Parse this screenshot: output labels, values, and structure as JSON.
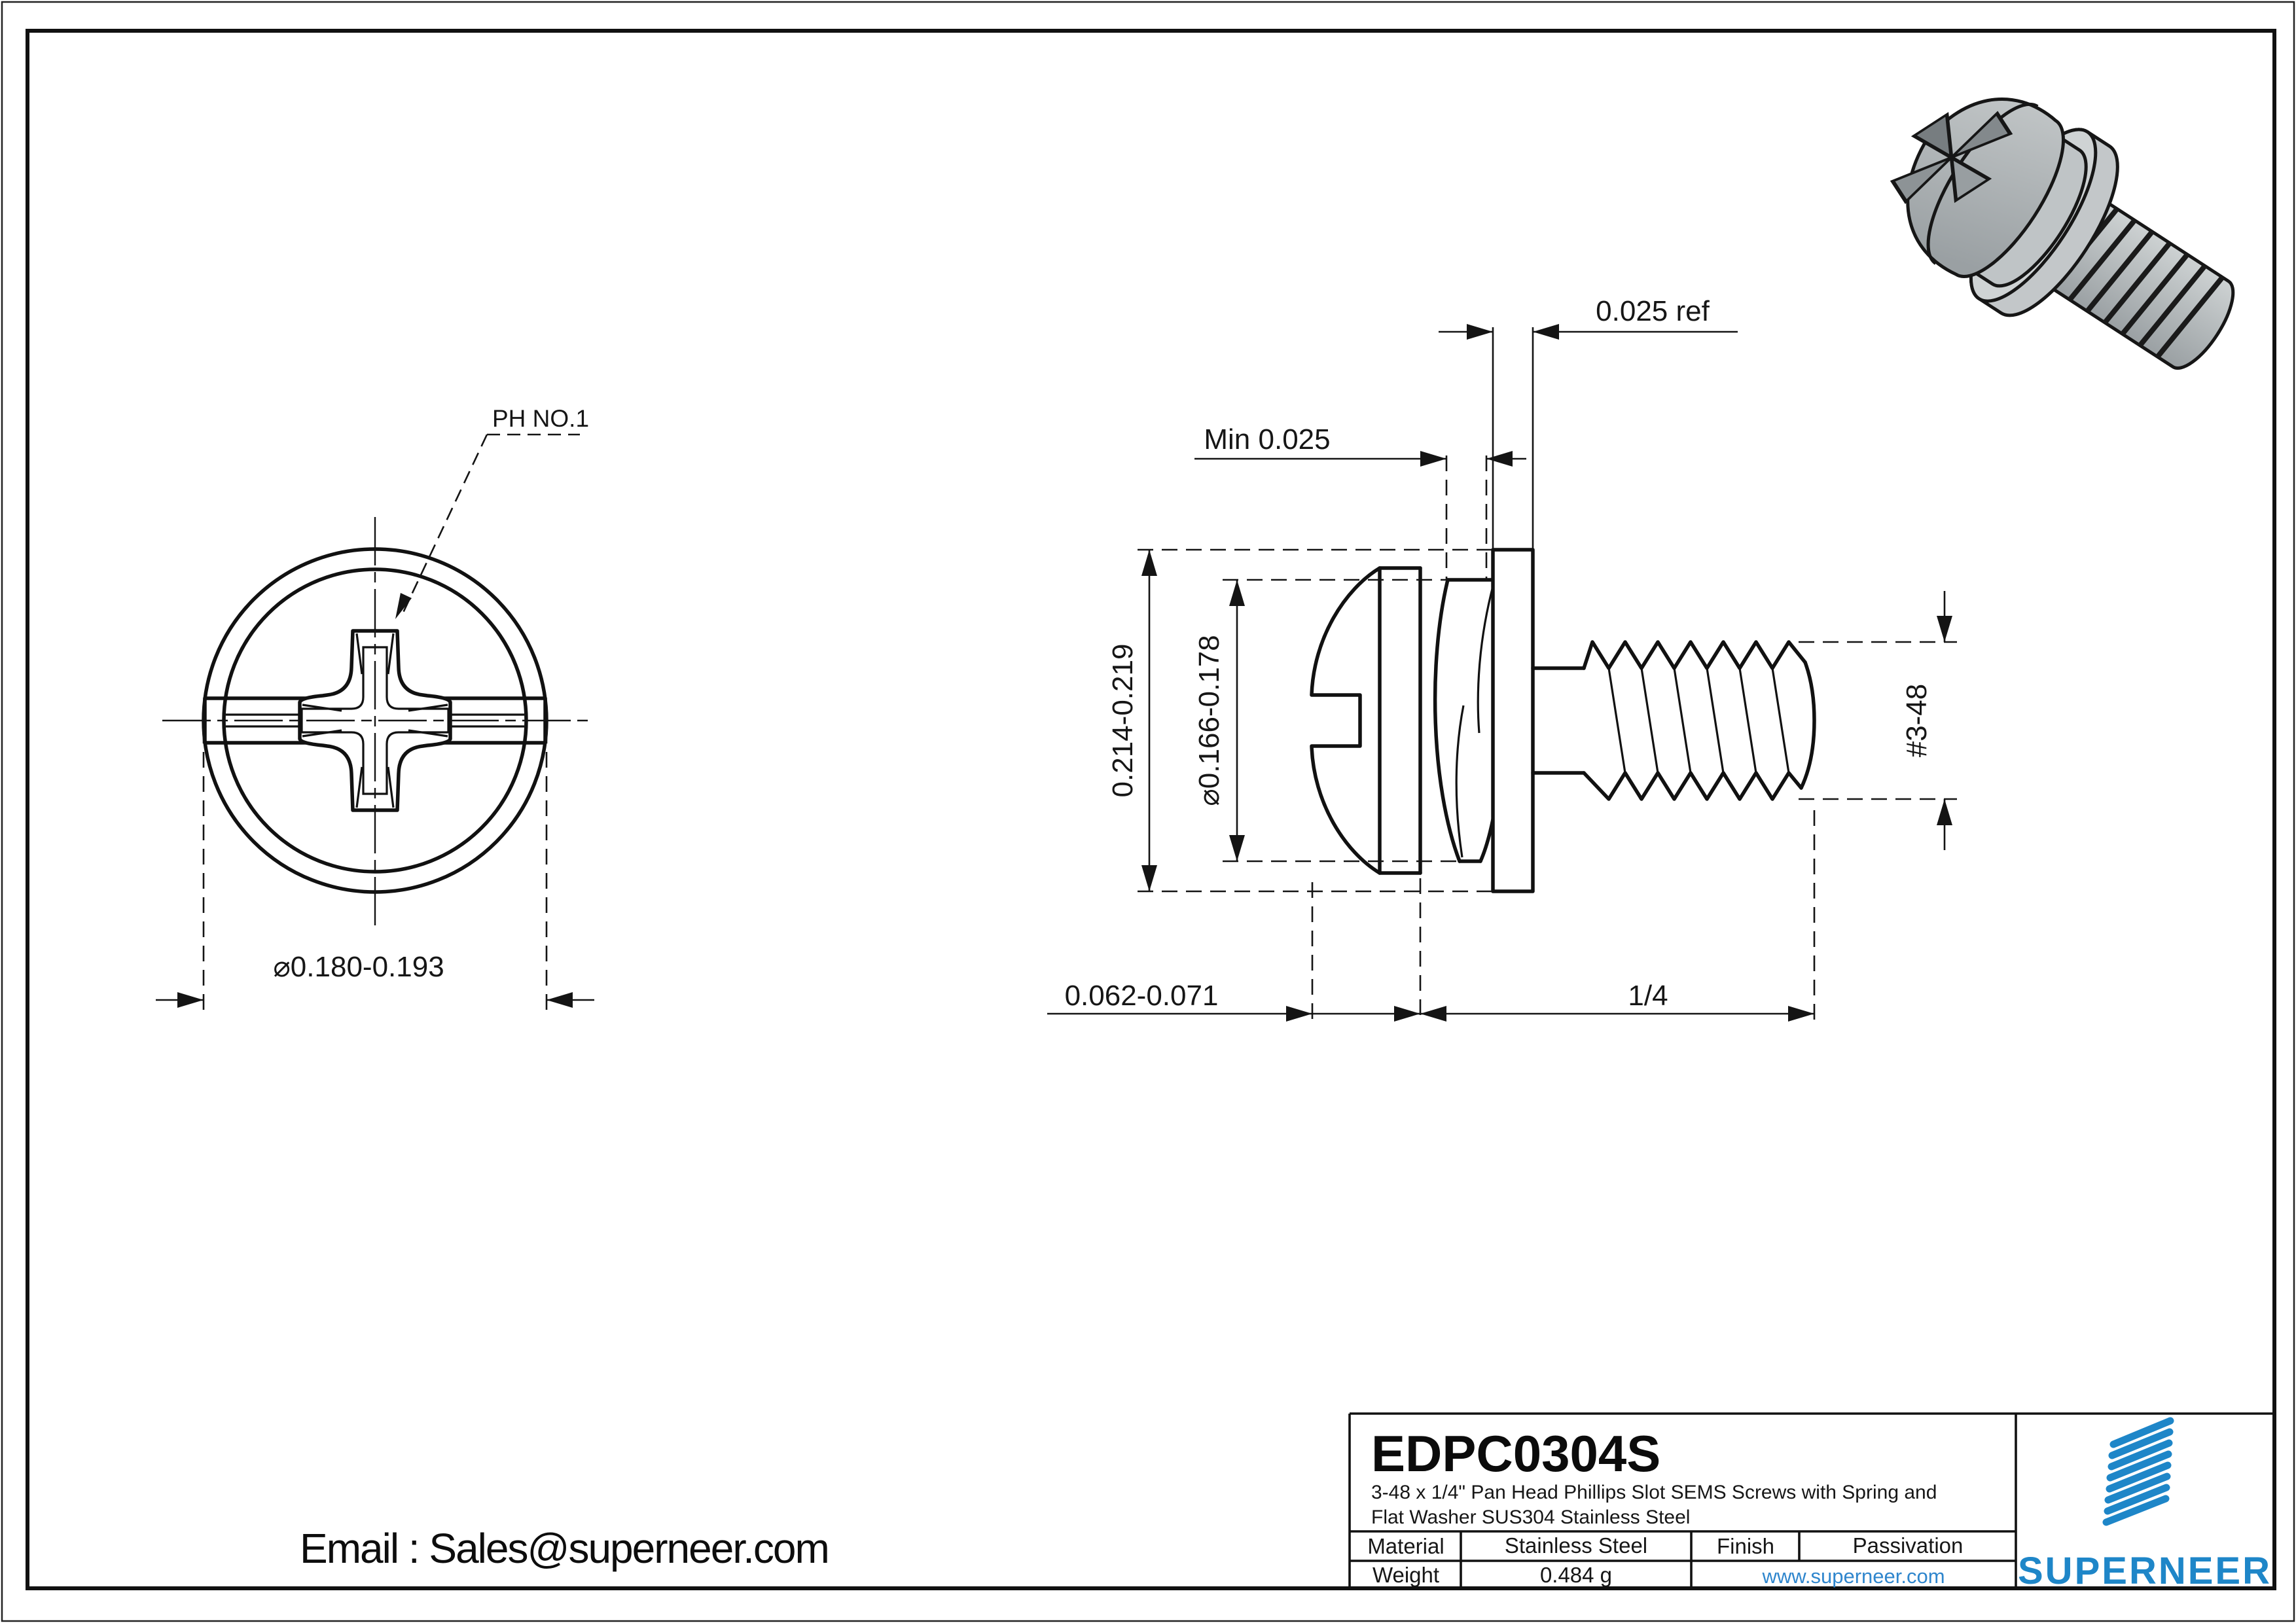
{
  "front_view": {
    "label_ph": "PH NO.1",
    "dim_head_dia": "⌀0.180-0.193"
  },
  "side_view": {
    "dim_washer_od": "0.214-0.219",
    "dim_spring_od": "⌀0.166-0.178",
    "dim_washer_thk": "0.025 ref",
    "dim_spring_min": "Min 0.025",
    "dim_thread_size": "#3-48",
    "dim_head_h": "0.062-0.071",
    "dim_length": "1/4"
  },
  "footer": {
    "email": "Email : Sales@superneer.com"
  },
  "title_block": {
    "part_number": "EDPC0304S",
    "description_line1": "3-48 x 1/4\" Pan Head Phillips Slot SEMS Screws with Spring and",
    "description_line2": "Flat Washer SUS304 Stainless Steel",
    "material_label": "Material",
    "material_value": "Stainless Steel",
    "finish_label": "Finish",
    "finish_value": "Passivation",
    "weight_label": "Weight",
    "weight_value": "0.484 g",
    "website": "www.superneer.com",
    "brand": "SUPERNEER"
  },
  "colors": {
    "accent_blue": "#1e86c8",
    "link_blue": "#2f86cd",
    "line": "#111111"
  }
}
